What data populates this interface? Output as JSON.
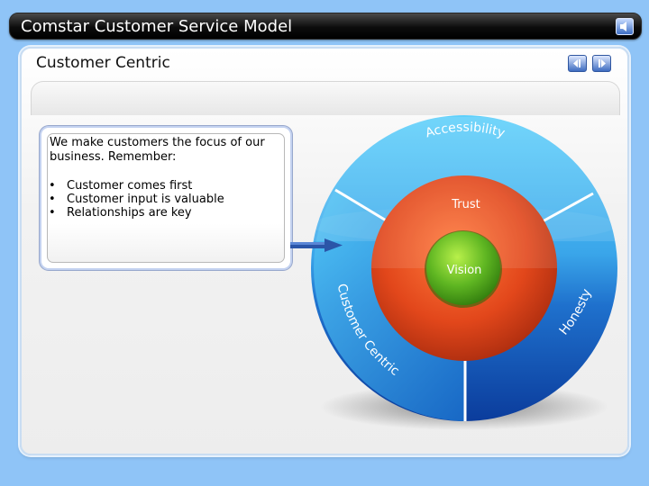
{
  "app": {
    "title": "Comstar Customer Service Model"
  },
  "slide": {
    "title": "Customer Centric"
  },
  "callout": {
    "intro": "We make customers the focus of our business. Remember:",
    "bullets": [
      "Customer comes first",
      "Customer input is valuable",
      "Relationships are key"
    ]
  },
  "model": {
    "outer_segments": [
      "Accessibility",
      "Customer Centric",
      "Honesty"
    ],
    "middle": "Trust",
    "center": "Vision"
  },
  "colors": {
    "titlebar": "#000000",
    "background": "#8fc4f7",
    "outer_ring": "#1e66c8",
    "outer_ring_light": "#66c9f5",
    "trust": "#e0461a",
    "vision": "#5fb622"
  },
  "icons": {
    "sound": "speaker-icon",
    "previous": "arrow-left-icon",
    "next": "arrow-right-icon"
  }
}
